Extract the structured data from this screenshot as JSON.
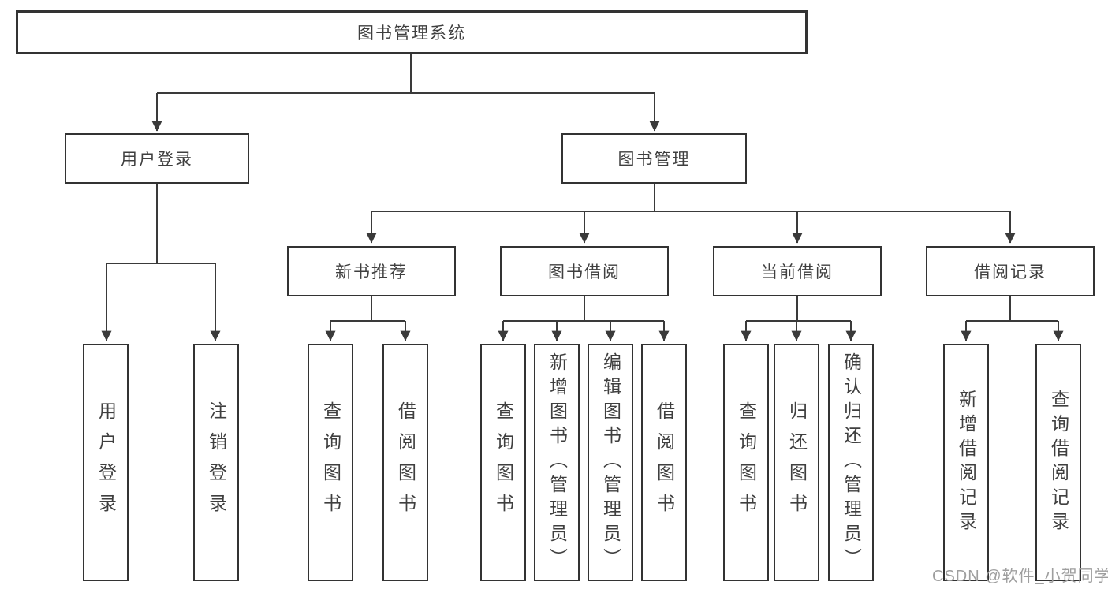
{
  "diagram": {
    "root": "图书管理系统",
    "user_login": {
      "label": "用户登录",
      "children": [
        "用户登录",
        "注销登录"
      ]
    },
    "book_mgmt": {
      "label": "图书管理"
    },
    "new_book": {
      "label": "新书推荐",
      "children": [
        "查询图书",
        "借阅图书"
      ]
    },
    "borrow": {
      "label": "图书借阅",
      "children": [
        "查询图书",
        "新增图书（管理员）",
        "编辑图书（管理员）",
        "借阅图书"
      ]
    },
    "current": {
      "label": "当前借阅",
      "children": [
        "查询图书",
        "归还图书",
        "确认归还（管理员）"
      ]
    },
    "record": {
      "label": "借阅记录",
      "children": [
        "新增借阅记录",
        "查询借阅记录"
      ]
    }
  },
  "watermark": "CSDN @软件_小贺同学",
  "colors": {
    "line": "#3a3a3a",
    "box_border": "#333333",
    "text": "#3f3f3f",
    "watermark": "#9e9e9e",
    "background": "#ffffff"
  }
}
